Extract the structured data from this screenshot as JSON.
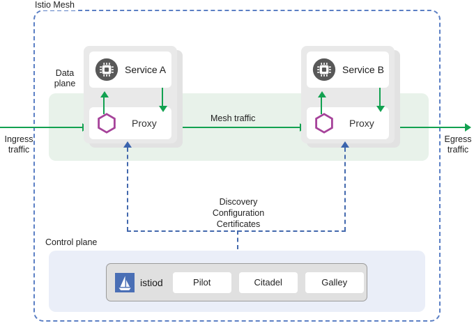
{
  "diagram": {
    "title": "Istio Mesh",
    "mesh_label": "Istio Mesh",
    "data_plane_label": "Data plane",
    "control_plane_label": "Control plane",
    "colors": {
      "mesh_border": "#5b7fc4",
      "data_plane_band": "#e8f2ea",
      "control_plane_band": "#eaeef8",
      "traffic_green": "#12a150",
      "discovery_blue": "#4268ad",
      "pod_gray": "#e9e9e9",
      "proxy_hexagon": "#a6439a",
      "service_icon_circle": "#585858",
      "istiod_logo_blue": "#4a6fb5"
    }
  },
  "traffic": {
    "ingress_label": "Ingress\ntraffic",
    "ingress_line1": "Ingress",
    "ingress_line2": "traffic",
    "egress_line1": "Egress",
    "egress_line2": "traffic",
    "mesh_traffic_label": "Mesh traffic"
  },
  "pods": [
    {
      "id": "pod-a",
      "service_label": "Service A",
      "service_icon": "cpu-chip-icon",
      "proxy_label": "Proxy",
      "proxy_icon": "envoy-hexagon-icon"
    },
    {
      "id": "pod-b",
      "service_label": "Service B",
      "service_icon": "cpu-chip-icon",
      "proxy_label": "Proxy",
      "proxy_icon": "envoy-hexagon-icon"
    }
  ],
  "discovery": {
    "line1": "Discovery",
    "line2": "Configuration",
    "line3": "Certificates"
  },
  "control_plane": {
    "label": "Control plane",
    "istiod_name": "istiod",
    "istiod_logo": "istio-sailboat-icon",
    "components": [
      {
        "label": "Pilot"
      },
      {
        "label": "Citadel"
      },
      {
        "label": "Galley"
      }
    ]
  }
}
